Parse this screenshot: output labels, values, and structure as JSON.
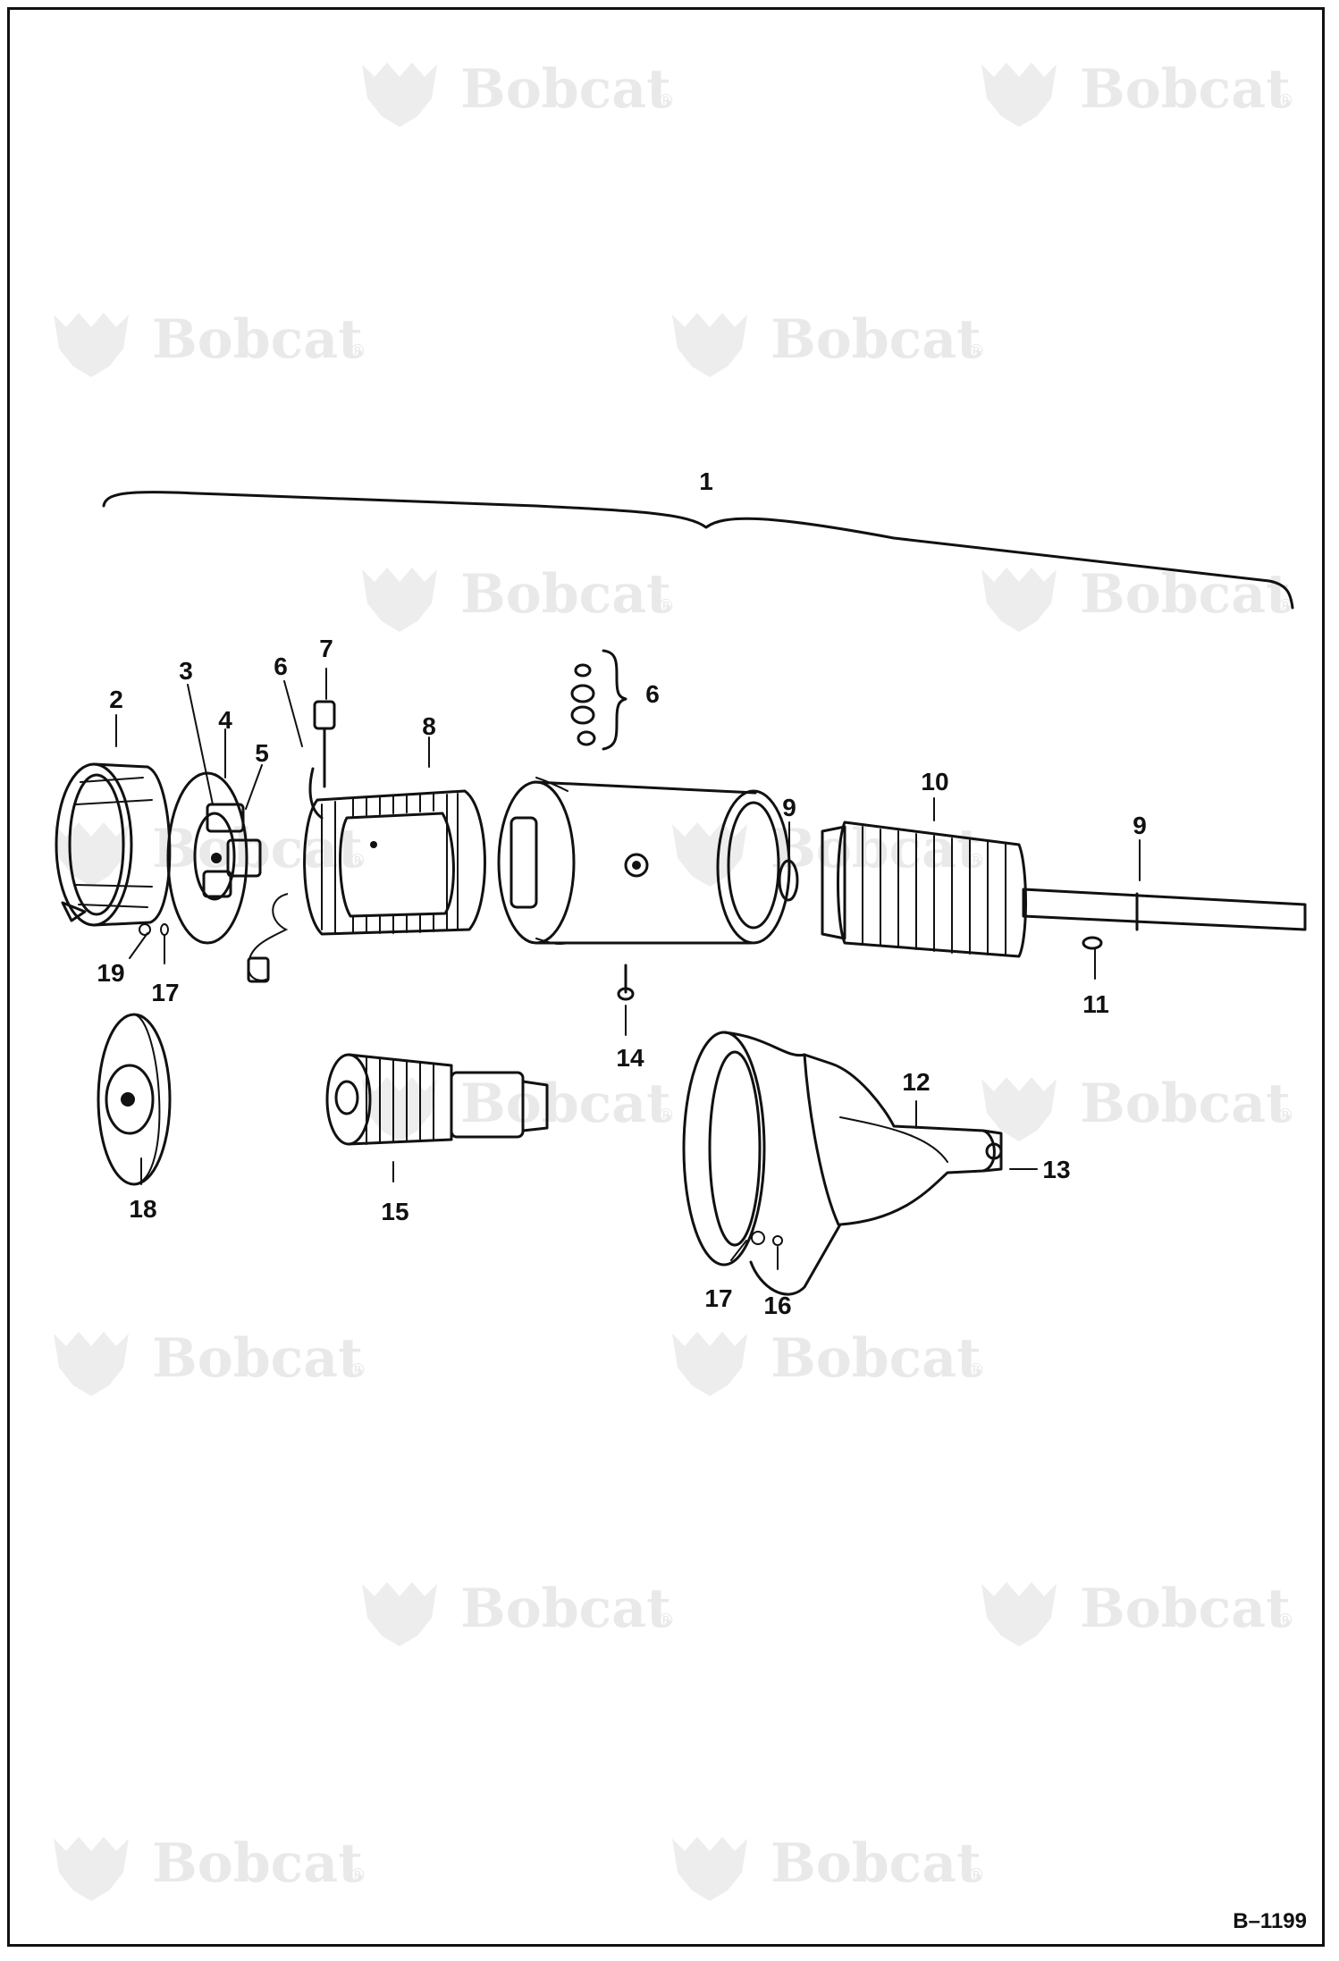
{
  "watermark": {
    "brand": "Bobcat",
    "reg_mark": "®"
  },
  "figure_id": "B–1199",
  "callouts": [
    {
      "id": "c1",
      "label": "1"
    },
    {
      "id": "c2",
      "label": "2"
    },
    {
      "id": "c3",
      "label": "3"
    },
    {
      "id": "c4",
      "label": "4"
    },
    {
      "id": "c5",
      "label": "5"
    },
    {
      "id": "c6a",
      "label": "6"
    },
    {
      "id": "c6b",
      "label": "6"
    },
    {
      "id": "c7",
      "label": "7"
    },
    {
      "id": "c8",
      "label": "8"
    },
    {
      "id": "c9a",
      "label": "9"
    },
    {
      "id": "c9b",
      "label": "9"
    },
    {
      "id": "c10",
      "label": "10"
    },
    {
      "id": "c11",
      "label": "11"
    },
    {
      "id": "c12",
      "label": "12"
    },
    {
      "id": "c13",
      "label": "13"
    },
    {
      "id": "c14",
      "label": "14"
    },
    {
      "id": "c15",
      "label": "15"
    },
    {
      "id": "c16",
      "label": "16"
    },
    {
      "id": "c17a",
      "label": "17"
    },
    {
      "id": "c17b",
      "label": "17"
    },
    {
      "id": "c18",
      "label": "18"
    },
    {
      "id": "c19",
      "label": "19"
    }
  ]
}
